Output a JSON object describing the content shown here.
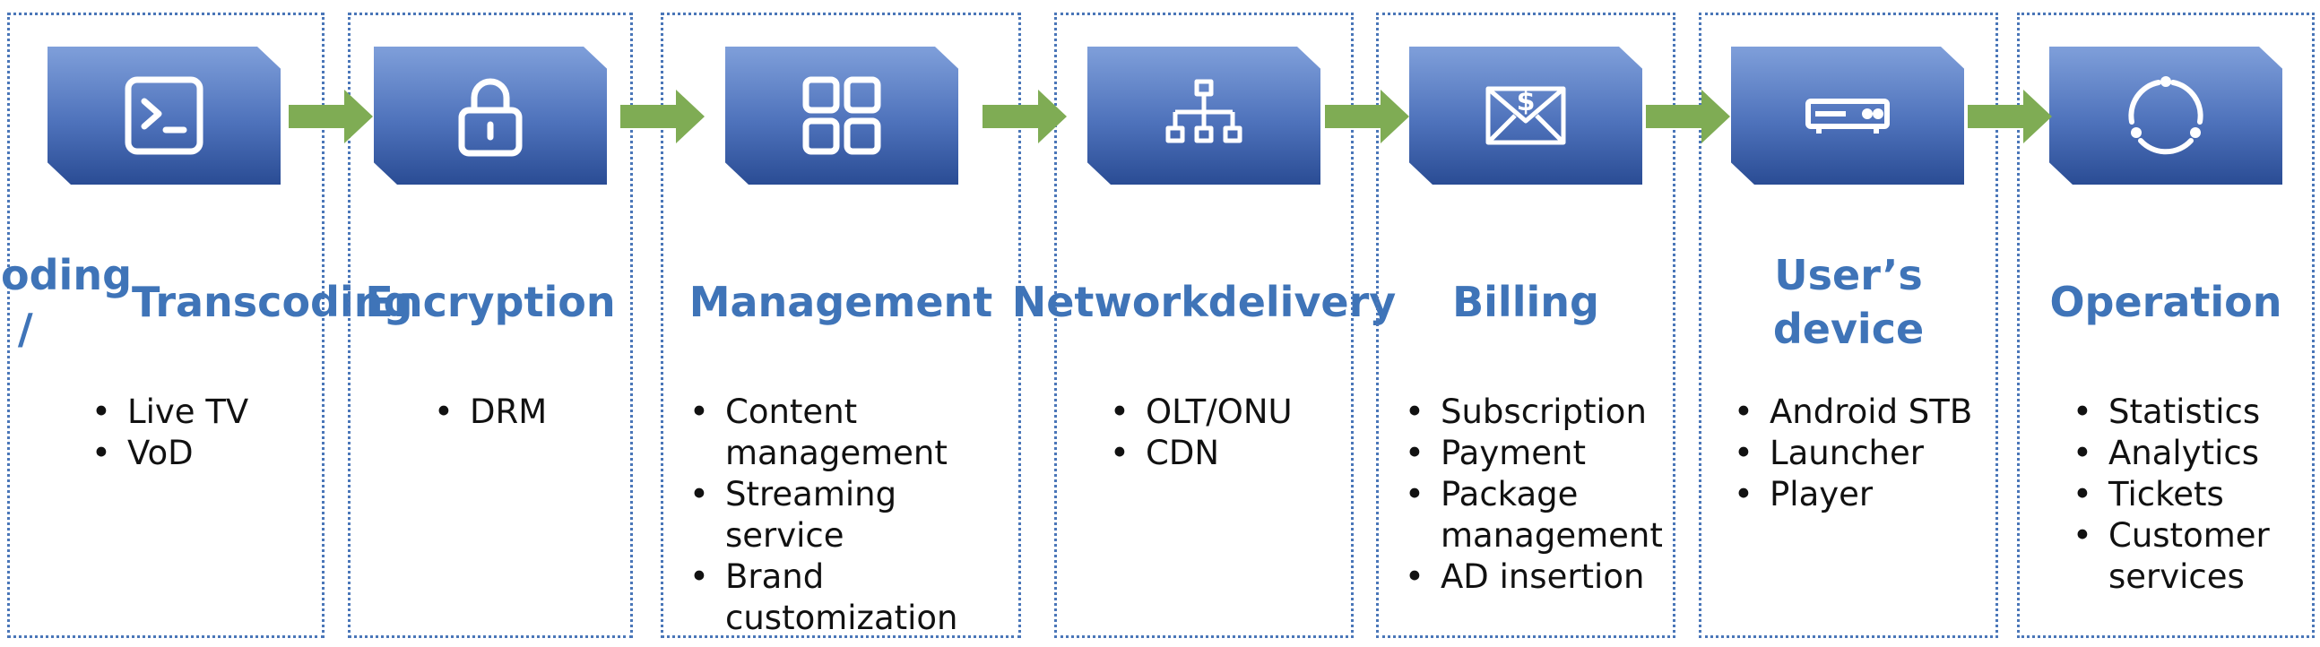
{
  "colors": {
    "title": "#3f74b8",
    "badge_top": "#7f9fda",
    "badge_bottom": "#2a4c94",
    "arrow": "#7fac54",
    "border": "#4a76b8"
  },
  "stages": [
    {
      "icon": "terminal-icon",
      "title_lines": [
        "Encoding /",
        "Transcoding"
      ],
      "items": [
        "Live TV",
        "VoD"
      ]
    },
    {
      "icon": "lock-icon",
      "title_lines": [
        "Encryption"
      ],
      "items": [
        "DRM"
      ]
    },
    {
      "icon": "grid-icon",
      "title_lines": [
        "Management"
      ],
      "items": [
        "Content management",
        "Streaming service",
        "Brand customization"
      ]
    },
    {
      "icon": "network-tree-icon",
      "title_lines": [
        "Network",
        "delivery"
      ],
      "items": [
        "OLT/ONU",
        "CDN"
      ]
    },
    {
      "icon": "envelope-dollar-icon",
      "title_lines": [
        "Billing"
      ],
      "items": [
        "Subscription",
        "Payment",
        "Package management",
        "AD insertion"
      ]
    },
    {
      "icon": "set-top-box-icon",
      "title_lines": [
        "User’s device"
      ],
      "items": [
        "Android STB",
        "Launcher",
        "Player"
      ]
    },
    {
      "icon": "cycle-icon",
      "title_lines": [
        "Operation"
      ],
      "items": [
        "Statistics",
        "Analytics",
        "Tickets",
        "Customer services"
      ]
    }
  ]
}
